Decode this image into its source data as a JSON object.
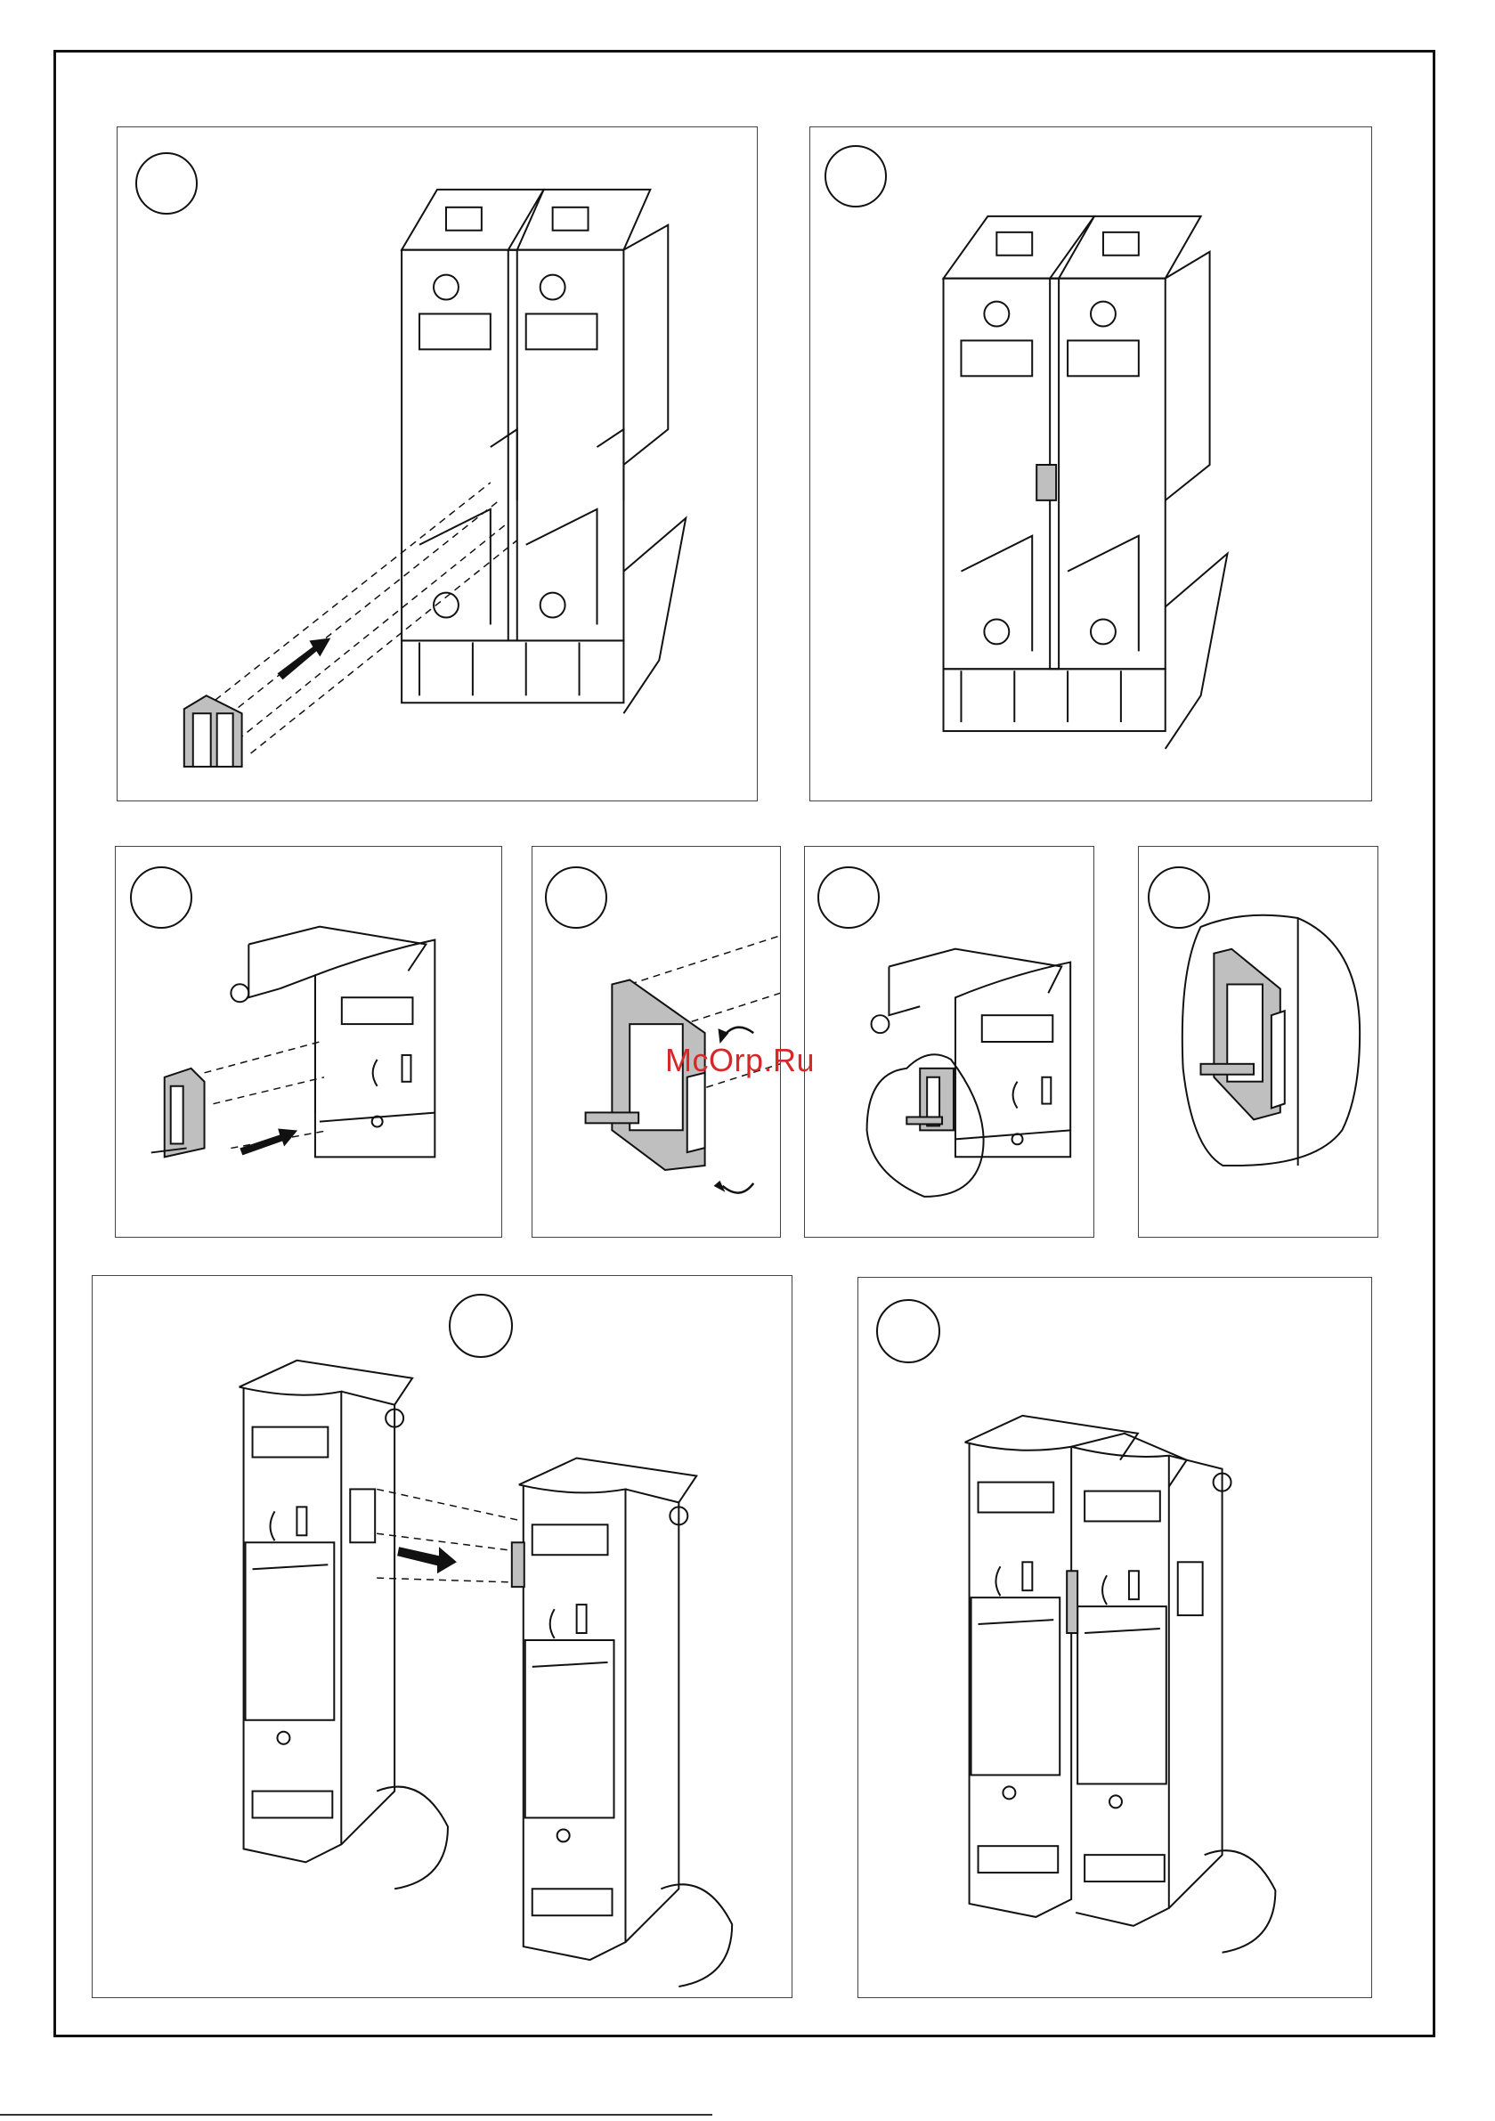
{
  "watermark": {
    "text": "McOrp.Ru"
  },
  "colors": {
    "line": "#111111",
    "fill_gray": "#bfbfbf",
    "watermark": "#d62828"
  },
  "panels": [
    {
      "id": "p1",
      "icon": "double-breaker-base-icon"
    },
    {
      "id": "p2",
      "icon": "double-breaker-assembled-icon"
    },
    {
      "id": "p3",
      "icon": "clip-insert-icon"
    },
    {
      "id": "p4",
      "icon": "clip-rotate-icon"
    },
    {
      "id": "p5",
      "icon": "clip-seated-icon"
    },
    {
      "id": "p6",
      "icon": "clip-detail-icon"
    },
    {
      "id": "p7",
      "icon": "modules-joining-icon"
    },
    {
      "id": "p8",
      "icon": "modules-joined-icon"
    }
  ]
}
